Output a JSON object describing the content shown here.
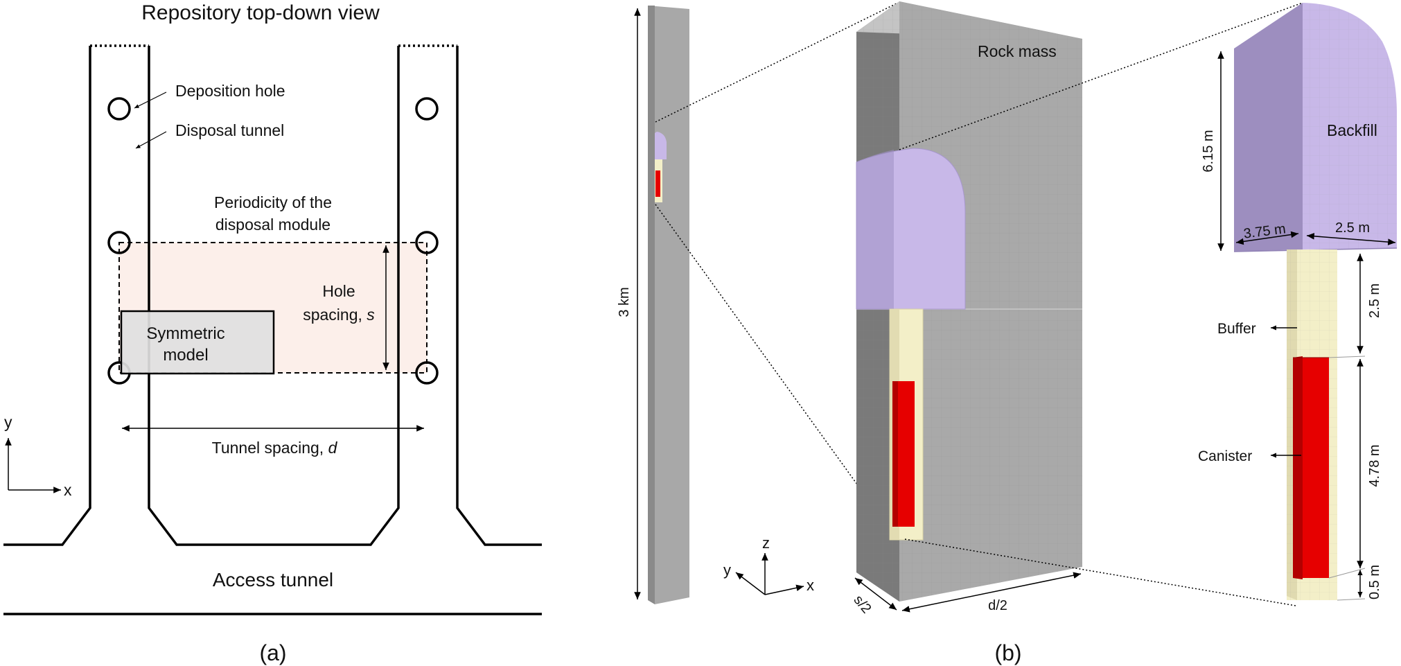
{
  "panel_a": {
    "title": "Repository top-down view",
    "deposition_hole_label": "Deposition hole",
    "disposal_tunnel_label": "Disposal tunnel",
    "periodicity_line1": "Periodicity of the",
    "periodicity_line2": "disposal module",
    "hole_spacing_line1": "Hole",
    "hole_spacing_line2_text": "spacing, ",
    "hole_spacing_symbol": "s",
    "symmetric_line1": "Symmetric",
    "symmetric_line2": "model",
    "tunnel_spacing_text": "Tunnel spacing, ",
    "tunnel_spacing_symbol": "d",
    "axis_y": "y",
    "axis_x": "x",
    "access_tunnel_label": "Access tunnel",
    "caption": "(a)"
  },
  "panel_b": {
    "height_label": "3 km",
    "rock_mass_label": "Rock mass",
    "backfill_label": "Backfill",
    "backfill_height": "6.15 m",
    "width_left": "3.75 m",
    "width_right": "2.5 m",
    "buffer_top_height": "2.5 m",
    "buffer_label": "Buffer",
    "canister_label": "Canister",
    "canister_height": "4.78 m",
    "bottom_height": "0.5 m",
    "depth_label": "s/2",
    "width_label": "d/2",
    "axis_z": "z",
    "axis_y": "y",
    "axis_x": "x",
    "caption": "(b)"
  },
  "colors": {
    "rock_front": "#a6a6a6",
    "rock_side": "#7a7a7a",
    "rock_top": "#c4c4c4",
    "backfill": "#c8b8e8",
    "buffer": "#f3efc8",
    "canister": "#e60000",
    "periodicity_fill": "#fcefea",
    "model_fill": "#e0e0e0"
  }
}
